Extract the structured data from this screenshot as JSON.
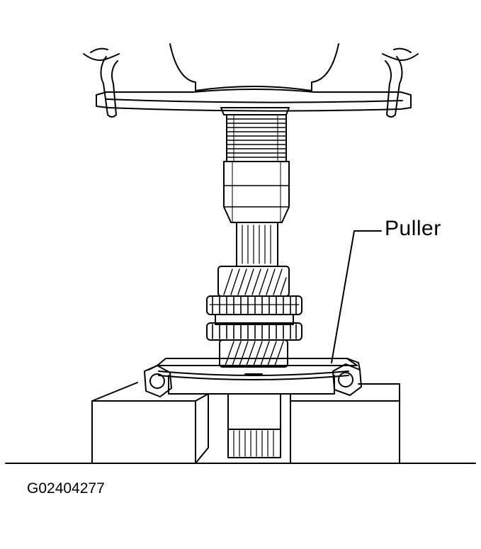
{
  "labels": {
    "callout": "Puller",
    "figure_code": "G02404277"
  },
  "colors": {
    "line": "#000000",
    "background": "#ffffff"
  },
  "icons": {
    "diagram": "gear-puller-illustration"
  }
}
